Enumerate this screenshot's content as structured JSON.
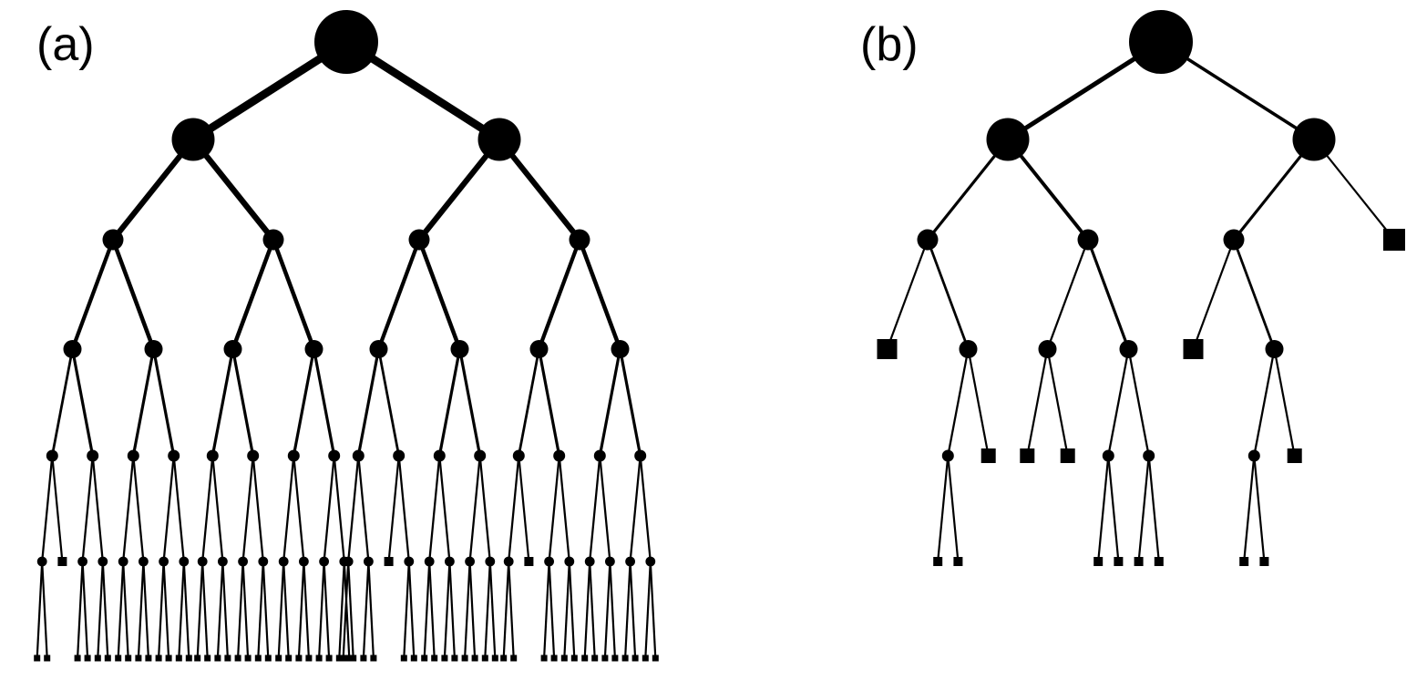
{
  "figure": {
    "colors": {
      "ink": "#000000",
      "background": "#ffffff"
    },
    "panels": [
      {
        "id": "a",
        "label": "(a)",
        "tree": {
          "c": [
            {
              "c": [
                {
                  "c": [
                    {
                      "c": [
                        {
                          "c": [
                            {
                              "c": [
                                {},
                                {}
                              ]
                            },
                            {}
                          ]
                        },
                        {
                          "c": [
                            {
                              "c": [
                                {},
                                {}
                              ]
                            },
                            {
                              "c": [
                                {},
                                {}
                              ]
                            }
                          ]
                        }
                      ]
                    },
                    {
                      "c": [
                        {
                          "c": [
                            {
                              "c": [
                                {},
                                {}
                              ]
                            },
                            {
                              "c": [
                                {},
                                {}
                              ]
                            }
                          ]
                        },
                        {
                          "c": [
                            {
                              "c": [
                                {},
                                {}
                              ]
                            },
                            {
                              "c": [
                                {},
                                {}
                              ]
                            }
                          ]
                        }
                      ]
                    }
                  ]
                },
                {
                  "c": [
                    {
                      "c": [
                        {
                          "c": [
                            {
                              "c": [
                                {},
                                {}
                              ]
                            },
                            {
                              "c": [
                                {},
                                {}
                              ]
                            }
                          ]
                        },
                        {
                          "c": [
                            {
                              "c": [
                                {},
                                {}
                              ]
                            },
                            {
                              "c": [
                                {},
                                {}
                              ]
                            }
                          ]
                        }
                      ]
                    },
                    {
                      "c": [
                        {
                          "c": [
                            {
                              "c": [
                                {},
                                {}
                              ]
                            },
                            {
                              "c": [
                                {},
                                {}
                              ]
                            }
                          ]
                        },
                        {
                          "c": [
                            {
                              "c": [
                                {},
                                {}
                              ]
                            },
                            {
                              "c": [
                                {},
                                {}
                              ]
                            }
                          ]
                        }
                      ]
                    }
                  ]
                }
              ]
            },
            {
              "c": [
                {
                  "c": [
                    {
                      "c": [
                        {
                          "c": [
                            {
                              "c": [
                                {},
                                {}
                              ]
                            },
                            {
                              "c": [
                                {},
                                {}
                              ]
                            }
                          ]
                        },
                        {
                          "c": [
                            {},
                            {
                              "c": [
                                {},
                                {}
                              ]
                            }
                          ]
                        }
                      ]
                    },
                    {
                      "c": [
                        {
                          "c": [
                            {
                              "c": [
                                {},
                                {}
                              ]
                            },
                            {
                              "c": [
                                {},
                                {}
                              ]
                            }
                          ]
                        },
                        {
                          "c": [
                            {
                              "c": [
                                {},
                                {}
                              ]
                            },
                            {
                              "c": [
                                {},
                                {}
                              ]
                            }
                          ]
                        }
                      ]
                    }
                  ]
                },
                {
                  "c": [
                    {
                      "c": [
                        {
                          "c": [
                            {
                              "c": [
                                {},
                                {}
                              ]
                            },
                            {}
                          ]
                        },
                        {
                          "c": [
                            {
                              "c": [
                                {},
                                {}
                              ]
                            },
                            {
                              "c": [
                                {},
                                {}
                              ]
                            }
                          ]
                        }
                      ]
                    },
                    {
                      "c": [
                        {
                          "c": [
                            {
                              "c": [
                                {},
                                {}
                              ]
                            },
                            {
                              "c": [
                                {},
                                {}
                              ]
                            }
                          ]
                        },
                        {
                          "c": [
                            {
                              "c": [
                                {},
                                {}
                              ]
                            },
                            {
                              "c": [
                                {},
                                {}
                              ]
                            }
                          ]
                        }
                      ]
                    }
                  ]
                }
              ]
            }
          ]
        }
      },
      {
        "id": "b",
        "label": "(b)",
        "tree": {
          "c": [
            {
              "c": [
                {
                  "c": [
                    {},
                    {
                      "c": [
                        {
                          "c": [
                            {},
                            {}
                          ]
                        },
                        {}
                      ]
                    }
                  ]
                },
                {
                  "c": [
                    {
                      "c": [
                        {},
                        {}
                      ]
                    },
                    {
                      "c": [
                        {
                          "c": [
                            {},
                            {}
                          ]
                        },
                        {
                          "c": [
                            {},
                            {}
                          ]
                        }
                      ]
                    }
                  ]
                }
              ]
            },
            {
              "c": [
                {
                  "c": [
                    {},
                    {
                      "c": [
                        {
                          "c": [
                            {},
                            {}
                          ]
                        },
                        {}
                      ]
                    }
                  ]
                },
                {}
              ]
            }
          ]
        }
      }
    ]
  }
}
